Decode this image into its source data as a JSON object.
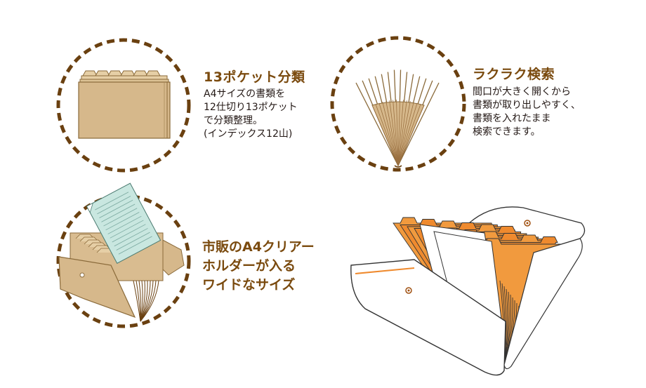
{
  "colors": {
    "accent": "#7a4a0e",
    "dash": "#6a4010",
    "kraft": "#d6b88b",
    "kraft_dark": "#8a6a3a",
    "orange": "#ef8a2e",
    "clear_sheet": "#c9e7e0"
  },
  "features": [
    {
      "title": "13ポケット分類",
      "lines": [
        "A4サイズの書類を",
        "12仕切り13ポケット",
        "で分類整理。",
        "(インデックス12山)"
      ]
    },
    {
      "title": "ラクラク検索",
      "lines": [
        "間口が大きく開くから",
        "書類が取り出しやすく、",
        "書類を入れたまま",
        "検索できます。"
      ]
    },
    {
      "title_lines": [
        "市販のA4クリアー",
        "ホルダーが入る",
        "ワイドなサイズ"
      ]
    }
  ],
  "icons": {
    "circle1": "index-folder-icon",
    "circle2": "fan-open-icon",
    "circle3": "clear-holder-icon",
    "product": "expanding-file-illustration"
  }
}
